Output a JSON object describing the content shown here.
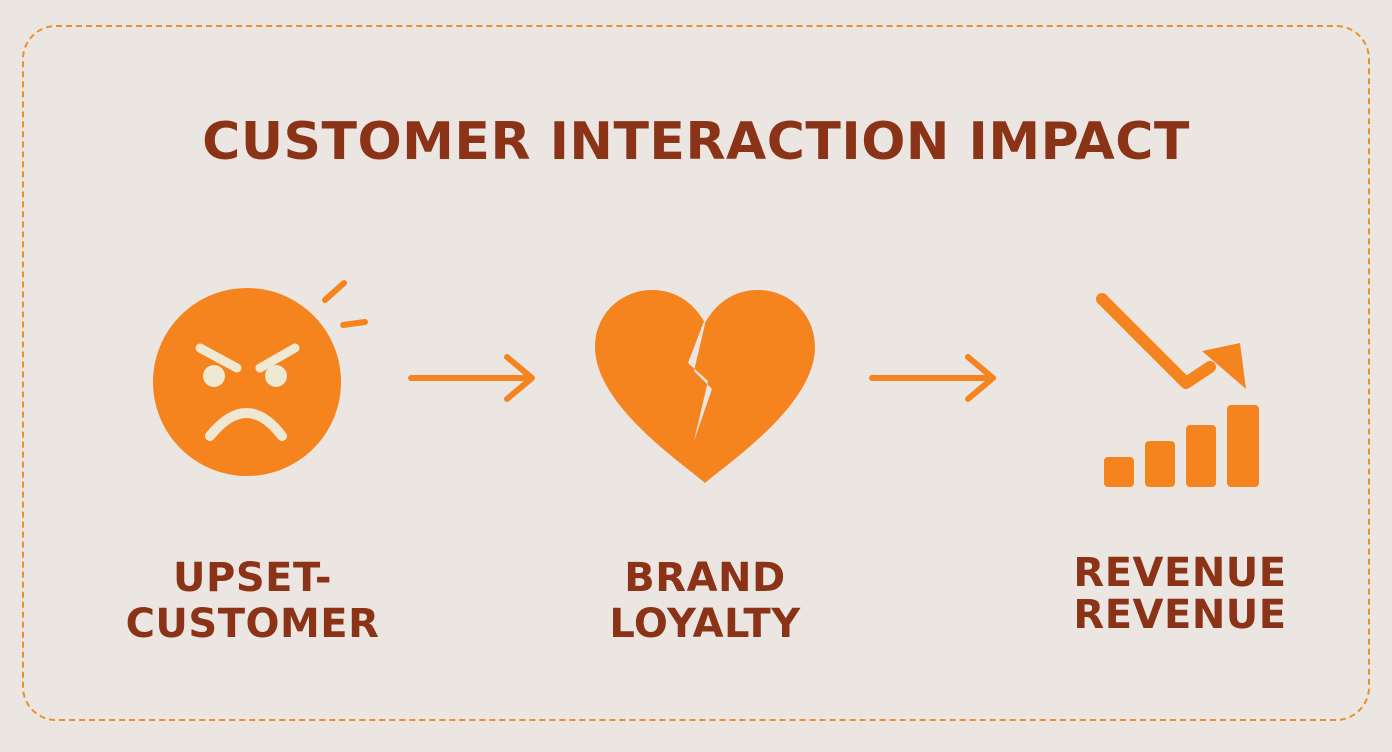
{
  "title": "CUSTOMER INTERACTION IMPACT",
  "steps": [
    {
      "icon": "angry-face-icon",
      "label_line1": "UPSET-",
      "label_line2": "CUSTOMER"
    },
    {
      "icon": "broken-heart-icon",
      "label_line1": "BRAND",
      "label_line2": "LOYALTY"
    },
    {
      "icon": "declining-revenue-chart-icon",
      "label_line1": "REVENUE",
      "label_line2": "REVENUE"
    }
  ],
  "colors": {
    "background": "#ece6e3",
    "accent": "#f5841f",
    "text": "#8a3317",
    "face_features": "#efe8d2"
  }
}
